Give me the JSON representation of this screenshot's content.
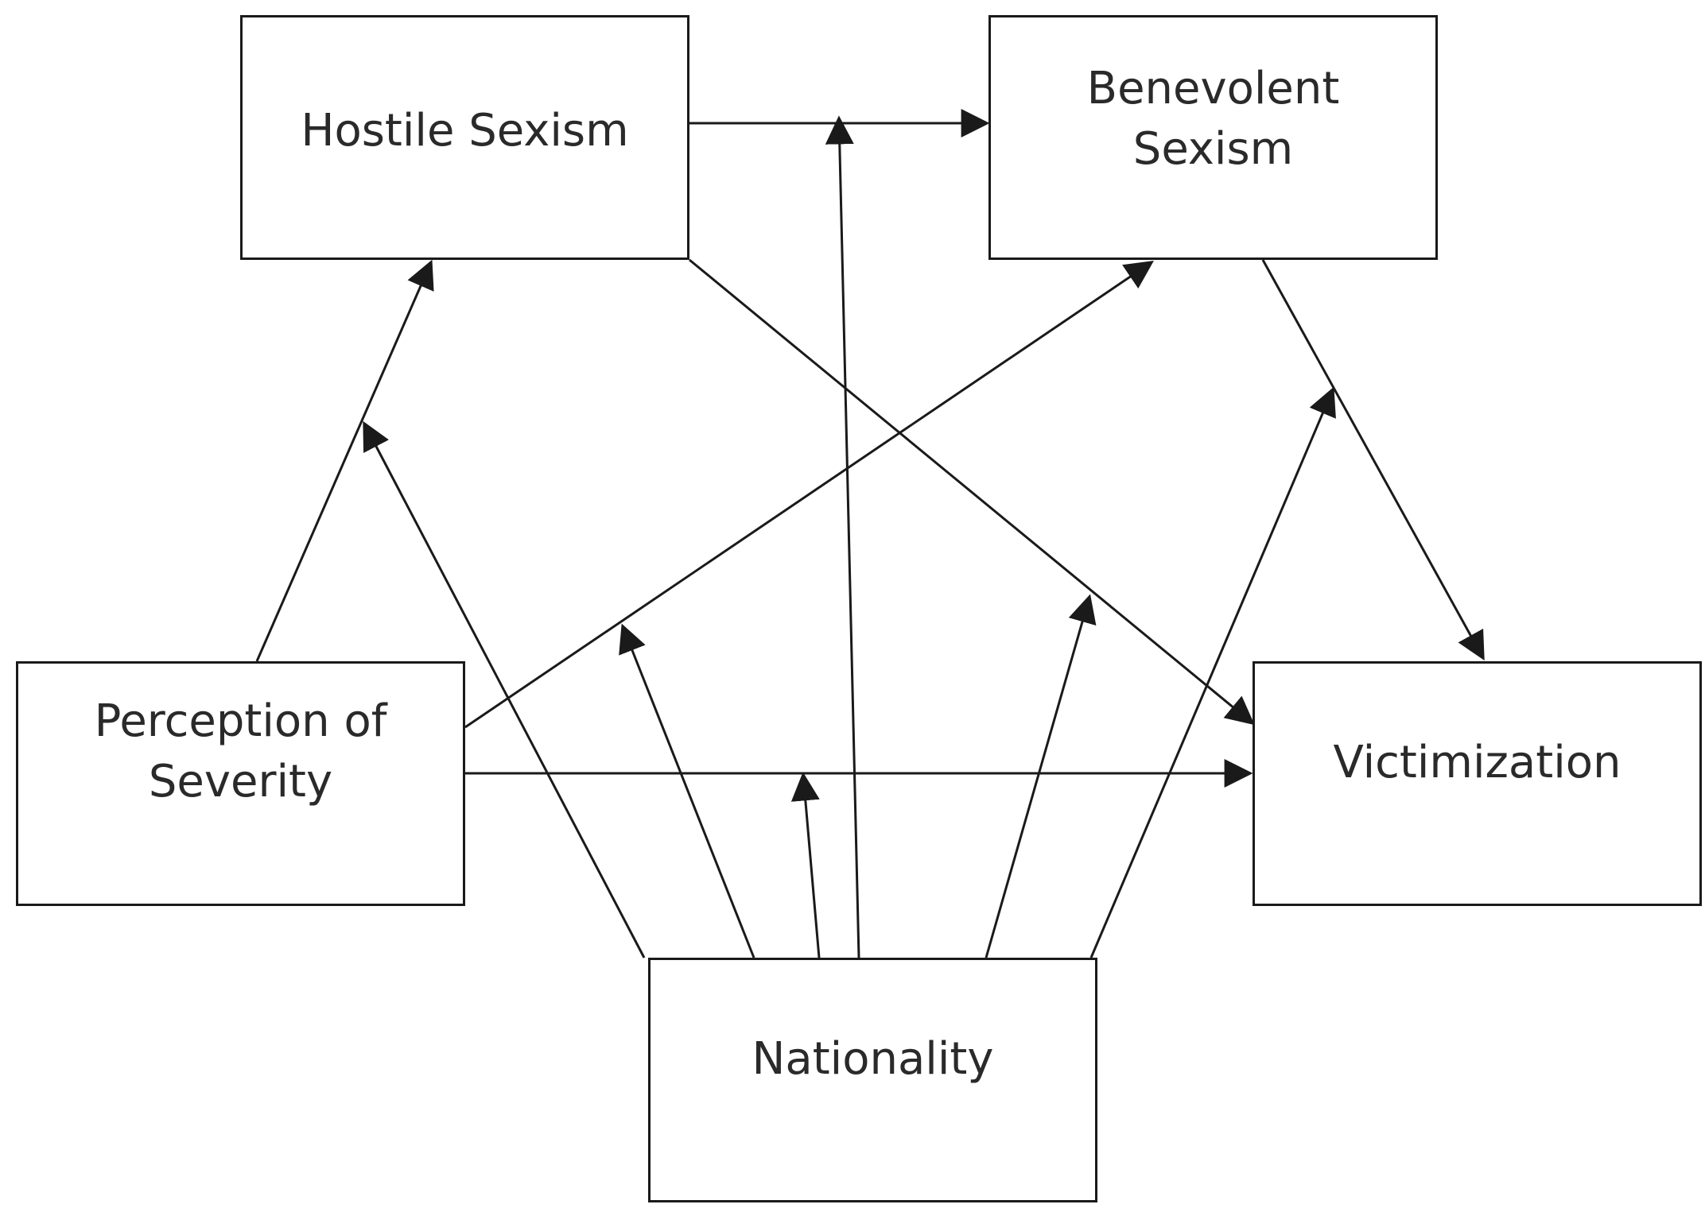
{
  "nodes": {
    "hostile_sexism": "Hostile Sexism",
    "benevolent_sexism": "Benevolent\nSexism",
    "perception_of_severity": "Perception of\nSeverity",
    "victimization": "Victimization",
    "nationality": "Nationality"
  },
  "edges": [
    {
      "from": "Hostile Sexism",
      "to": "Benevolent Sexism"
    },
    {
      "from": "Hostile Sexism",
      "to": "Victimization"
    },
    {
      "from": "Benevolent Sexism",
      "to": "Victimization"
    },
    {
      "from": "Perception of Severity",
      "to": "Hostile Sexism"
    },
    {
      "from": "Perception of Severity",
      "to": "Benevolent Sexism"
    },
    {
      "from": "Perception of Severity",
      "to": "Victimization"
    }
  ],
  "moderator_edges": [
    {
      "from": "Nationality",
      "moderates": "Perception of Severity → Hostile Sexism"
    },
    {
      "from": "Nationality",
      "moderates": "Perception of Severity → Benevolent Sexism"
    },
    {
      "from": "Nationality",
      "moderates": "Perception of Severity → Victimization"
    },
    {
      "from": "Nationality",
      "moderates": "Hostile Sexism → Benevolent Sexism"
    },
    {
      "from": "Nationality",
      "moderates": "Hostile Sexism → Victimization"
    },
    {
      "from": "Nationality",
      "moderates": "Benevolent Sexism → Victimization"
    }
  ],
  "colors": {
    "line": "#1a1a1a",
    "text": "#2a2a2a",
    "background": "#ffffff"
  }
}
